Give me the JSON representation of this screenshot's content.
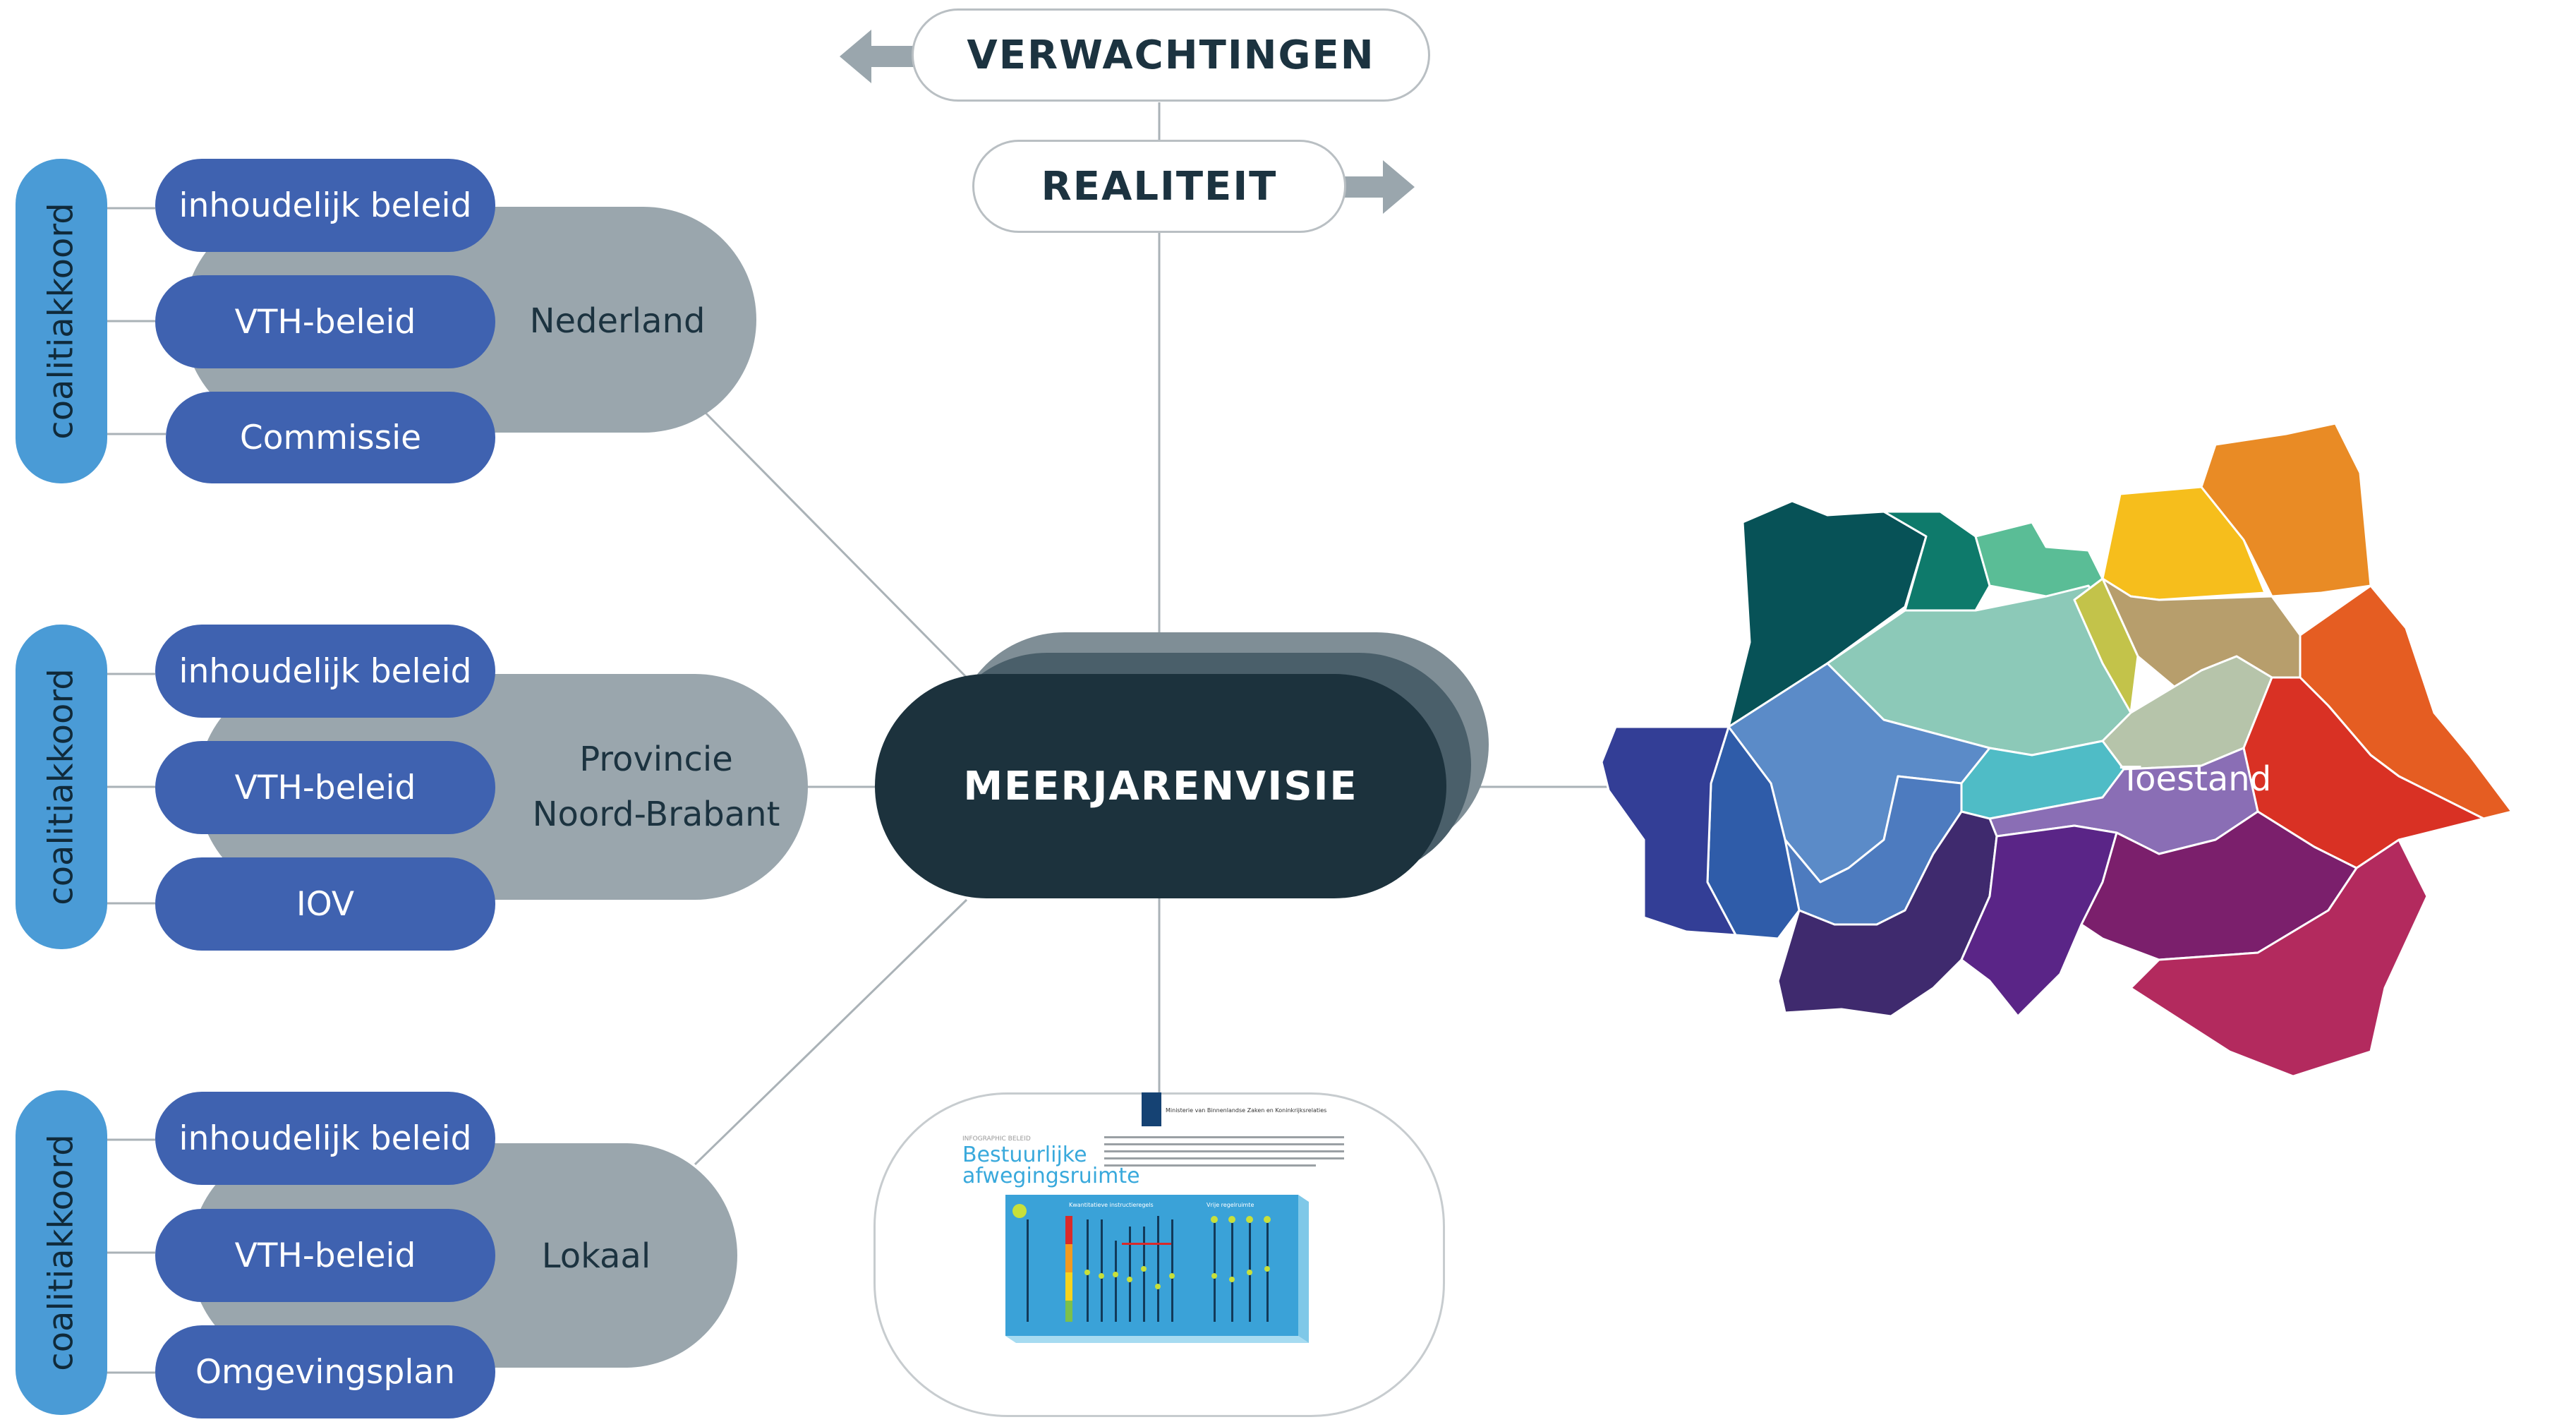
{
  "header": {
    "expectations": "VERWACHTINGEN",
    "reality": "REALITEIT"
  },
  "center": {
    "title": "MEERJARENVISIE"
  },
  "groups": [
    {
      "sidebar": "coalitiakkoord",
      "level": "Nederland",
      "items": [
        "inhoudelijk beleid",
        "VTH-beleid",
        "Commissie"
      ]
    },
    {
      "sidebar": "coalitiakkoord",
      "level_line1": "Provincie",
      "level_line2": "Noord-Brabant",
      "items": [
        "inhoudelijk beleid",
        "VTH-beleid",
        "IOV"
      ]
    },
    {
      "sidebar": "coalitiakkoord",
      "level": "Lokaal",
      "items": [
        "inhoudelijk beleid",
        "VTH-beleid",
        "Omgevingsplan"
      ]
    }
  ],
  "map": {
    "label": "Toestand"
  },
  "document": {
    "org": "Ministerie van Binnenlandse Zaken en Koninkrijksrelaties",
    "kicker": "INFOGRAPHIC BELEID",
    "title_line1": "Bestuurlijke",
    "title_line2": "afwegingsruimte",
    "col_left": "Kwantitatieve instructieregels",
    "col_right": "Vrije regelruimte"
  },
  "colors": {
    "navy": "#1c323d",
    "grey": "#9aa6ad",
    "blue_pill": "#3f62b0",
    "sidebar_blue": "#4a9bd6",
    "arrow": "#9aa6ad"
  }
}
